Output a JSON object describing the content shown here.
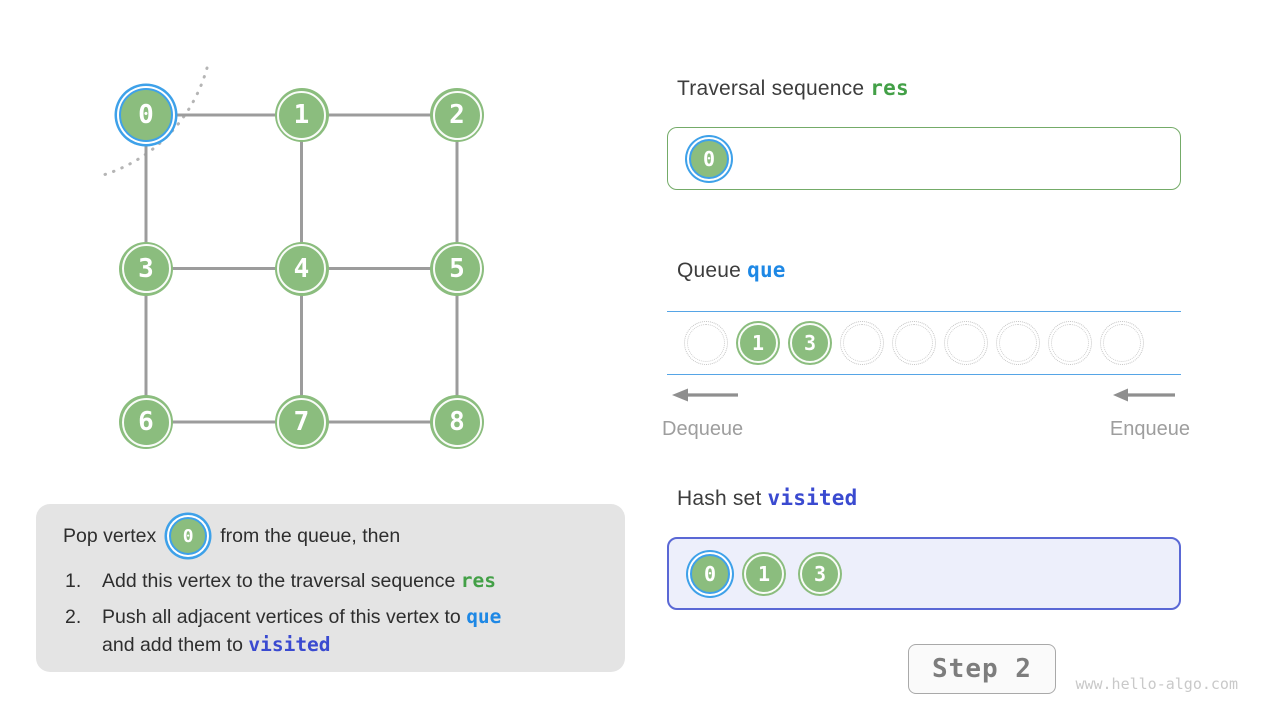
{
  "colors": {
    "vertex_green": "#8BBD7E",
    "highlight_blue": "#3EA1E9",
    "code_green": "#43A047",
    "code_blue": "#1E88E5",
    "code_indigo": "#3A4AD0",
    "queue_line_blue": "#56A5E6",
    "visited_border": "#5A68D5",
    "visited_bg": "#EDEFFB",
    "explanation_bg": "#E4E4E4",
    "edge_gray": "#9C9C9C"
  },
  "graph": {
    "vertices": [
      {
        "label": "0",
        "row": 0,
        "col": 0,
        "highlighted": true
      },
      {
        "label": "1",
        "row": 0,
        "col": 1,
        "highlighted": false
      },
      {
        "label": "2",
        "row": 0,
        "col": 2,
        "highlighted": false
      },
      {
        "label": "3",
        "row": 1,
        "col": 0,
        "highlighted": false
      },
      {
        "label": "4",
        "row": 1,
        "col": 1,
        "highlighted": false
      },
      {
        "label": "5",
        "row": 1,
        "col": 2,
        "highlighted": false
      },
      {
        "label": "6",
        "row": 2,
        "col": 0,
        "highlighted": false
      },
      {
        "label": "7",
        "row": 2,
        "col": 1,
        "highlighted": false
      },
      {
        "label": "8",
        "row": 2,
        "col": 2,
        "highlighted": false
      }
    ],
    "edges": [
      [
        0,
        1
      ],
      [
        1,
        2
      ],
      [
        3,
        4
      ],
      [
        4,
        5
      ],
      [
        6,
        7
      ],
      [
        7,
        8
      ],
      [
        0,
        3
      ],
      [
        3,
        6
      ],
      [
        1,
        4
      ],
      [
        4,
        7
      ],
      [
        2,
        5
      ],
      [
        5,
        8
      ]
    ]
  },
  "sections": {
    "traversal": {
      "title": "Traversal sequence",
      "code": "res",
      "items": [
        {
          "value": "0",
          "highlighted": true
        }
      ]
    },
    "queue": {
      "title": "Queue",
      "code": "que",
      "slots": [
        null,
        "1",
        "3",
        null,
        null,
        null,
        null,
        null,
        null
      ],
      "dequeue_label": "Dequeue",
      "enqueue_label": "Enqueue"
    },
    "visited": {
      "title": "Hash set",
      "code": "visited",
      "items": [
        {
          "value": "0",
          "highlighted": true
        },
        {
          "value": "1",
          "highlighted": false
        },
        {
          "value": "3",
          "highlighted": false
        }
      ]
    }
  },
  "explanation": {
    "intro_prefix": "Pop vertex",
    "intro_vertex": "0",
    "intro_suffix": "from the queue, then",
    "items": [
      {
        "number": "1.",
        "text": "Add this vertex to the traversal sequence",
        "code": "res"
      },
      {
        "number": "2.",
        "text": "Push all adjacent vertices of this vertex to",
        "code": "que",
        "text_cont": "and add them to",
        "code2": "visited"
      }
    ]
  },
  "footer": {
    "step_label": "Step 2",
    "watermark": "www.hello-algo.com"
  }
}
